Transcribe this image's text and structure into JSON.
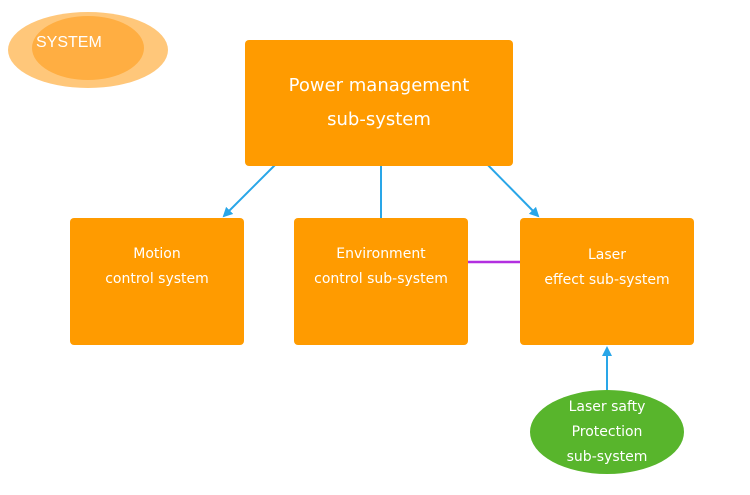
{
  "badge": {
    "label": "SYSTEM"
  },
  "nodes": {
    "power": {
      "line1": "Power management",
      "line2": "sub-system"
    },
    "motion": {
      "line1": "Motion",
      "line2": "control system"
    },
    "environment": {
      "line1": "Environment",
      "line2": "control sub-system"
    },
    "laser": {
      "line1": "Laser",
      "line2": "effect sub-system"
    },
    "safety": {
      "line1": "Laser safty",
      "line2": "Protection",
      "line3": "sub-system"
    }
  },
  "colors": {
    "box": "#FF9B00",
    "safety": "#58B52C",
    "arrow": "#29A6E8",
    "bidirectional_arrow": "#B22FE0",
    "badge_outer": "#FFC77A",
    "badge_inner": "#FFAE42"
  }
}
